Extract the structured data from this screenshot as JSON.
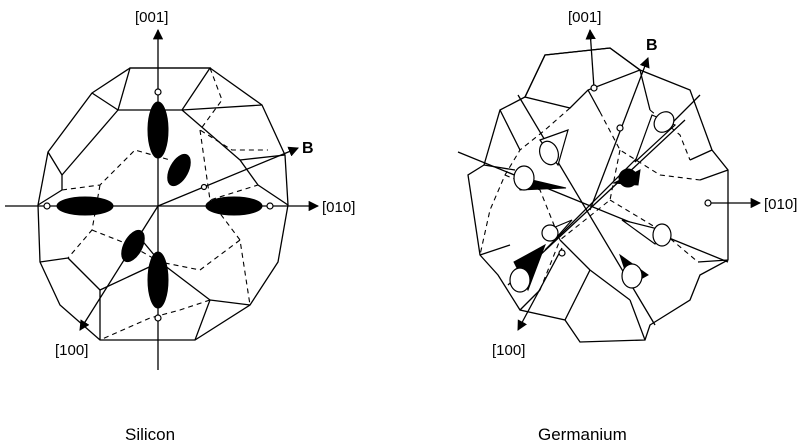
{
  "silicon": {
    "caption": "Silicon",
    "axis_z": "[001]",
    "axis_y": "[010]",
    "axis_x": "[100]",
    "field_label": "B"
  },
  "germanium": {
    "caption": "Germanium",
    "axis_z": "[001]",
    "axis_y": "[010]",
    "axis_x": "[100]",
    "field_label": "B"
  },
  "colors": {
    "line": "#000000",
    "background": "#ffffff"
  }
}
